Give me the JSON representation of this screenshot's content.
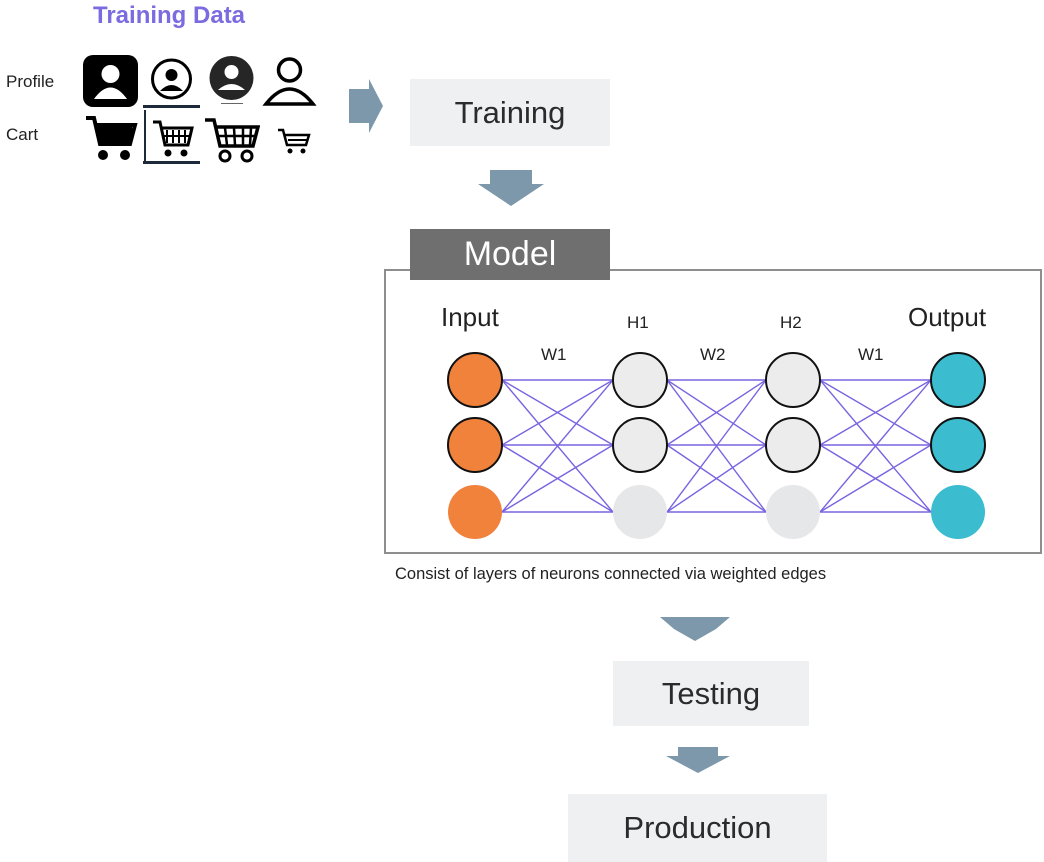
{
  "training_data": {
    "title": "Training Data",
    "rows": [
      {
        "label": "Profile",
        "icons": [
          "person-filled-icon",
          "person-circle-icon",
          "person-circle-filled-icon",
          "person-outline-icon"
        ]
      },
      {
        "label": "Cart",
        "icons": [
          "cart-icon",
          "cart-outline-icon",
          "cart-grid-icon",
          "cart-small-icon"
        ]
      }
    ]
  },
  "pipeline": {
    "training": "Training",
    "testing": "Testing",
    "production": "Production"
  },
  "model": {
    "tab": "Model",
    "layers": {
      "input": "Input",
      "h1": "H1",
      "h2": "H2",
      "output": "Output"
    },
    "weights": [
      "W1",
      "W2",
      "W1"
    ],
    "caption": "Consist of layers of neurons  connected  via weighted edges",
    "colors": {
      "input": "#f0823c",
      "hidden": "#ececec",
      "hidden_faded": "#e6e7e9",
      "output": "#3bbccf",
      "edge": "#7a63e0"
    }
  },
  "colors": {
    "title": "#7b6be0",
    "arrow": "#7d98aa",
    "box": "#eef0f2",
    "model_tab": "#6f6f6f"
  }
}
